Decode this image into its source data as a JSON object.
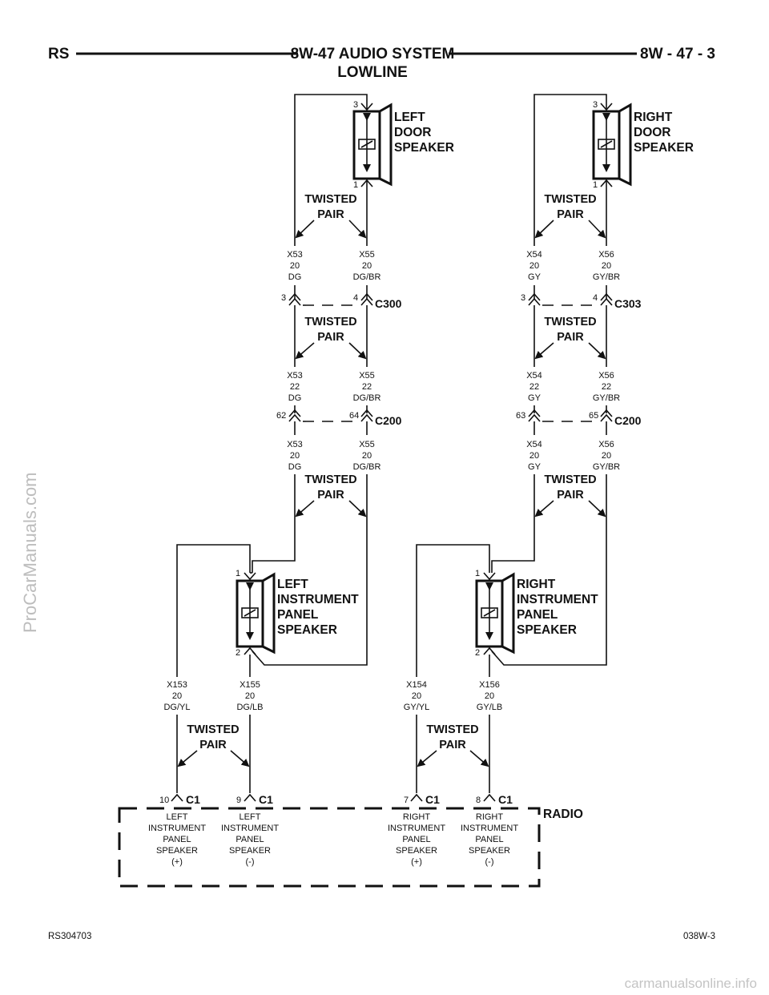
{
  "header": {
    "left": "RS",
    "title": "8W-47 AUDIO SYSTEM",
    "subtitle": "LOWLINE",
    "page_number": "8W - 47 - 3"
  },
  "footer": {
    "left_code": "RS304703",
    "right_code": "038W-3"
  },
  "watermarks": {
    "side": "ProCarManuals.com",
    "bottom": "carmanualsonline.info"
  },
  "components": {
    "left_door_speaker": [
      "LEFT",
      "DOOR",
      "SPEAKER"
    ],
    "right_door_speaker": [
      "RIGHT",
      "DOOR",
      "SPEAKER"
    ],
    "left_ip_speaker": [
      "LEFT",
      "INSTRUMENT",
      "PANEL",
      "SPEAKER"
    ],
    "right_ip_speaker": [
      "RIGHT",
      "INSTRUMENT",
      "PANEL",
      "SPEAKER"
    ],
    "radio": "RADIO"
  },
  "twisted_pair": [
    "TWISTED",
    "PAIR"
  ],
  "pins": {
    "door_top": "3",
    "door_bottom": "1",
    "ip_top": "1",
    "ip_bottom": "2",
    "c300_a": "3",
    "c300_b": "4",
    "c303_a": "3",
    "c303_b": "4",
    "c200_l_a": "62",
    "c200_l_b": "64",
    "c200_r_a": "63",
    "c200_r_b": "65",
    "radio_1": "10",
    "radio_2": "9",
    "radio_3": "7",
    "radio_4": "8"
  },
  "connectors": {
    "c300": "C300",
    "c303": "C303",
    "c200": "C200",
    "c1": "C1"
  },
  "wires": {
    "l_door_a": [
      "X53",
      "20",
      "DG"
    ],
    "l_door_b": [
      "X55",
      "20",
      "DG/BR"
    ],
    "r_door_a": [
      "X54",
      "20",
      "GY"
    ],
    "r_door_b": [
      "X56",
      "20",
      "GY/BR"
    ],
    "l_mid_a": [
      "X53",
      "22",
      "DG"
    ],
    "l_mid_b": [
      "X55",
      "22",
      "DG/BR"
    ],
    "r_mid_a": [
      "X54",
      "22",
      "GY"
    ],
    "r_mid_b": [
      "X56",
      "22",
      "GY/BR"
    ],
    "l_low_a": [
      "X53",
      "20",
      "DG"
    ],
    "l_low_b": [
      "X55",
      "20",
      "DG/BR"
    ],
    "r_low_a": [
      "X54",
      "20",
      "GY"
    ],
    "r_low_b": [
      "X56",
      "20",
      "GY/BR"
    ],
    "l_ip_a": [
      "X153",
      "20",
      "DG/YL"
    ],
    "l_ip_b": [
      "X155",
      "20",
      "DG/LB"
    ],
    "r_ip_a": [
      "X154",
      "20",
      "GY/YL"
    ],
    "r_ip_b": [
      "X156",
      "20",
      "GY/LB"
    ]
  },
  "radio_pins": {
    "p1": [
      "LEFT",
      "INSTRUMENT",
      "PANEL",
      "SPEAKER",
      "(+)"
    ],
    "p2": [
      "LEFT",
      "INSTRUMENT",
      "PANEL",
      "SPEAKER",
      "(-)"
    ],
    "p3": [
      "RIGHT",
      "INSTRUMENT",
      "PANEL",
      "SPEAKER",
      "(+)"
    ],
    "p4": [
      "RIGHT",
      "INSTRUMENT",
      "PANEL",
      "SPEAKER",
      "(-)"
    ]
  }
}
